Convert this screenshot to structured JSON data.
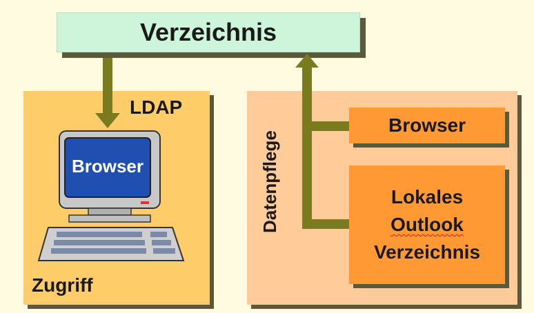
{
  "top_box": {
    "label": "Verzeichnis"
  },
  "left_panel": {
    "protocol_label": "LDAP",
    "screen_label": "Browser",
    "footer_label": "Zugriff"
  },
  "right_panel": {
    "vertical_label": "Datenpflege",
    "browser_label": "Browser",
    "local_lines": [
      "Lokales",
      "Outlook",
      "Verzeichnis"
    ]
  },
  "colors": {
    "background": "#fffbe0",
    "top_box": "#ccf5d9",
    "left_panel": "#ffcc6a",
    "right_panel": "#ffcc99",
    "orange_box": "#ff9933",
    "arrow": "#7a7a1e",
    "monitor_screen": "#1f4fb0"
  }
}
